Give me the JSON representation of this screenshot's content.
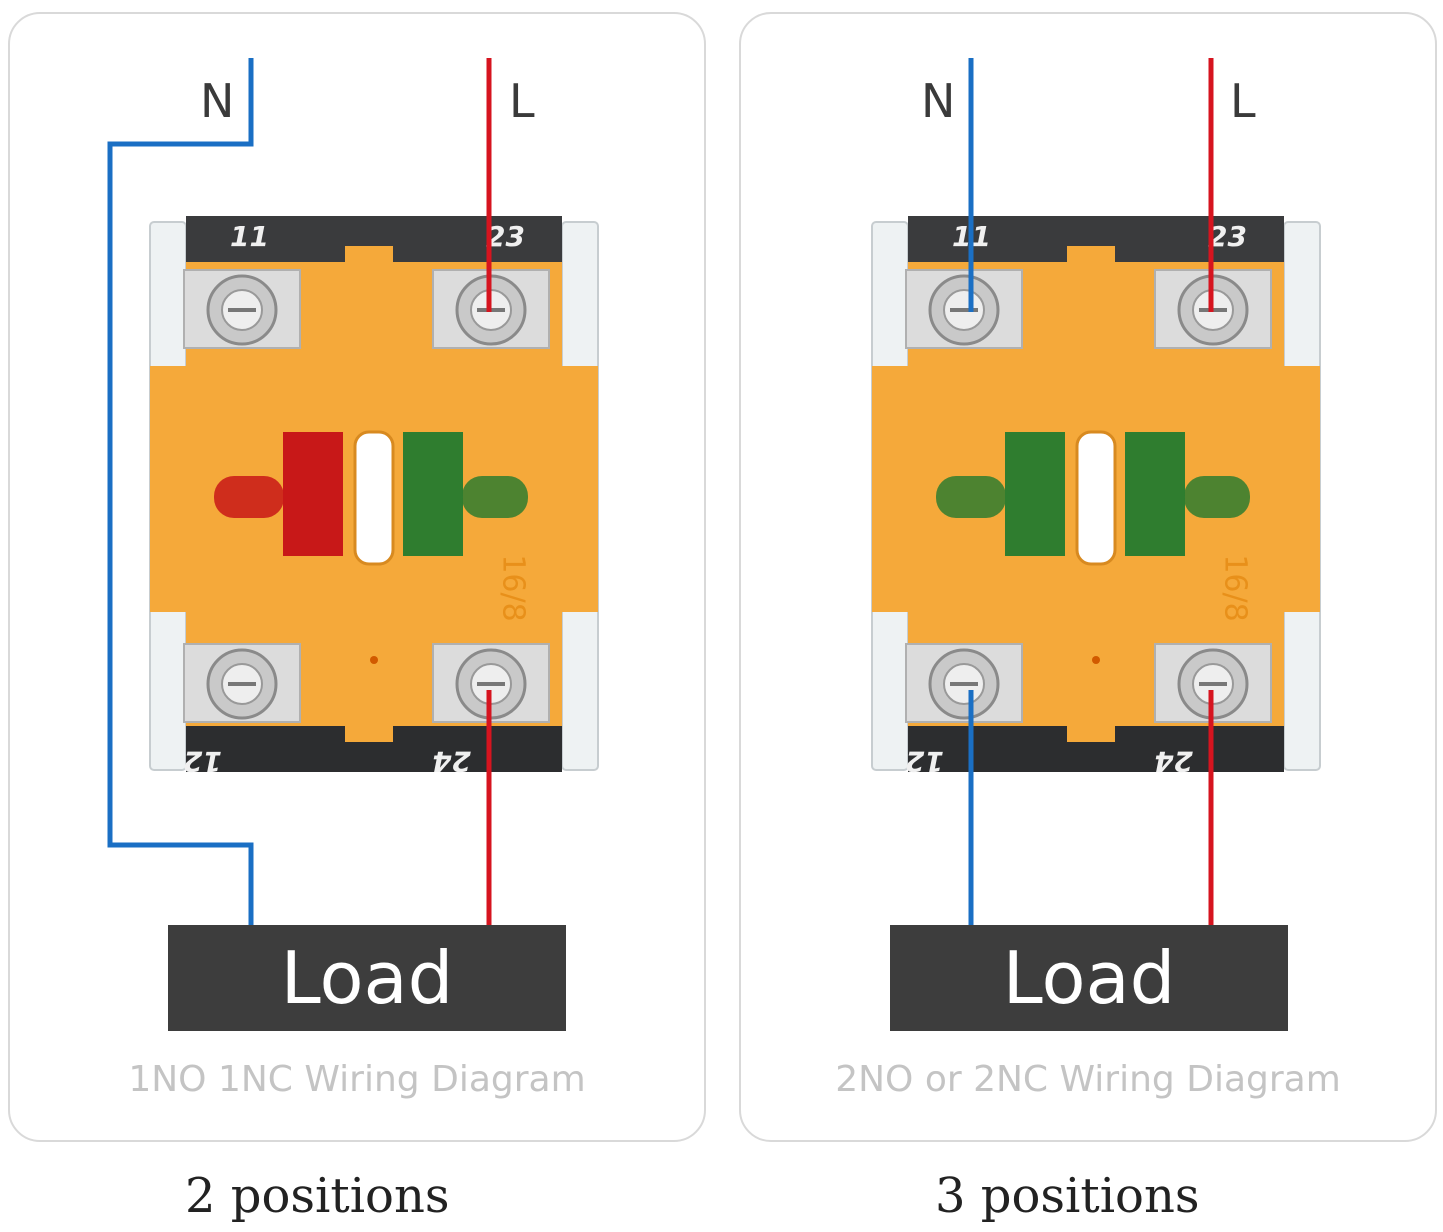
{
  "left": {
    "neutral_label": "N",
    "live_label": "L",
    "terminals": {
      "top_left": "11",
      "top_right": "23",
      "bottom_left": "12",
      "bottom_right": "24"
    },
    "model_text": "16/8",
    "load_label": "Load",
    "caption": "1NO 1NC Wiring Diagram",
    "positions_label": "2 positions"
  },
  "right": {
    "neutral_label": "N",
    "live_label": "L",
    "terminals": {
      "top_left": "11",
      "top_right": "23",
      "bottom_left": "12",
      "bottom_right": "24"
    },
    "model_text": "16/8",
    "load_label": "Load",
    "caption": "2NO or 2NC Wiring Diagram",
    "positions_label": "3 positions"
  },
  "colors": {
    "neutral_wire": "#1a6fc4",
    "live_wire": "#d6141f",
    "body_orange": "#f5a93a",
    "nc_contact": "#c81818",
    "no_contact": "#2f7d2f"
  }
}
